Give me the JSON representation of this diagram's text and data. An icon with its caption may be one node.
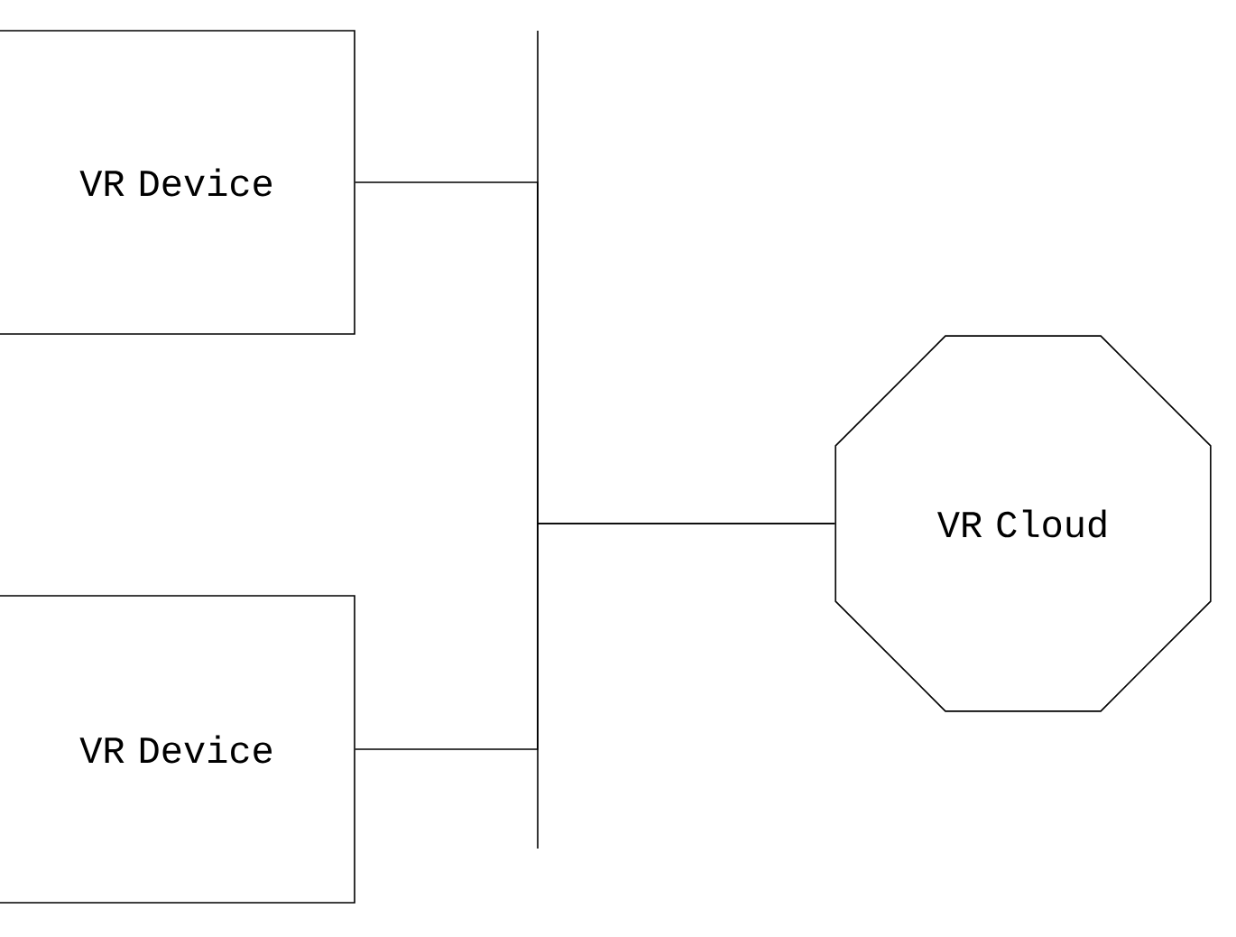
{
  "diagram": {
    "nodes": [
      {
        "text": [
          "VR Device"
        ]
      },
      {
        "text": [
          "VR Device"
        ]
      },
      {
        "text": [
          "VR Cloud"
        ]
      }
    ],
    "edges": [
      {
        "from": 0,
        "to": 2,
        "arrow": "none"
      },
      {
        "from": 1,
        "to": 2,
        "arrow": "none"
      }
    ]
  }
}
